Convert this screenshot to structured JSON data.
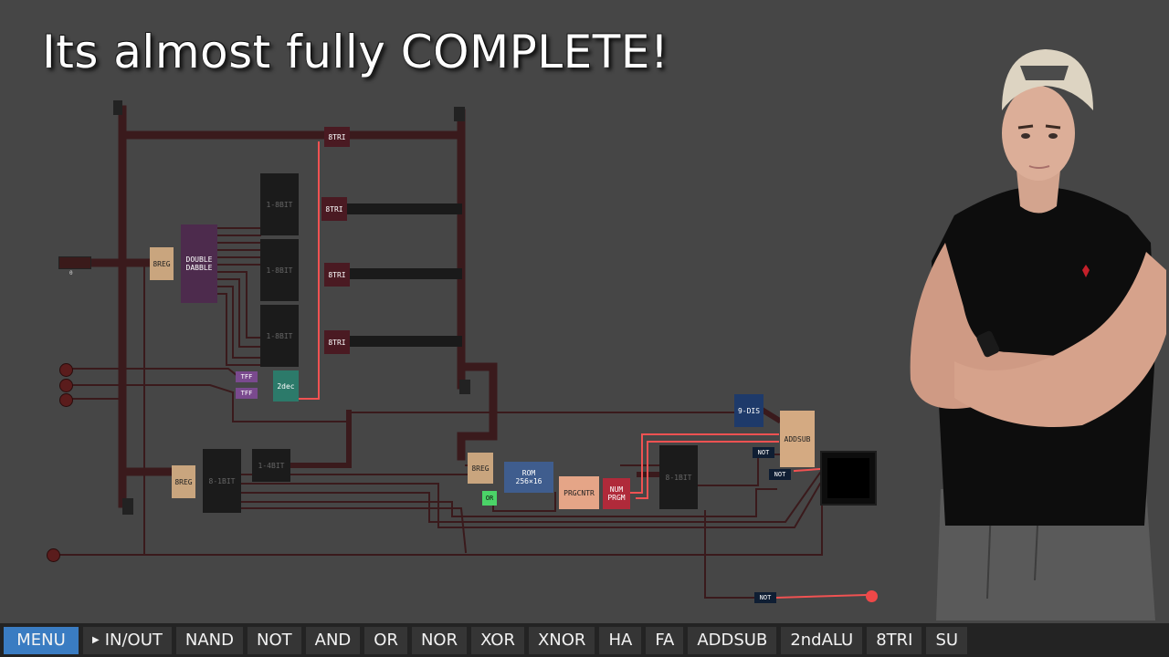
{
  "overlay": {
    "title": "Its almost fully COMPLETE!"
  },
  "colors": {
    "canvas": "#464646",
    "wire_dark": "#3a1a1c",
    "wire_active": "#f05252",
    "toolbar": "#232323",
    "menu_active": "#3a7cc2"
  },
  "components": {
    "tri_top": "8TRI",
    "tri_1": "8TRI",
    "tri_2": "8TRI",
    "tri_3": "8TRI",
    "bit8_1": "1-8BIT",
    "bit8_2": "1-8BIT",
    "bit8_3": "1-8BIT",
    "reg_upper": "8REG",
    "double_dabble": "DOUBLE\nDABBLE",
    "tff_1": "TFF",
    "tff_2": "TFF",
    "decoder": "2dec",
    "reg_lower": "8REG",
    "bit8_lower": "8-1BIT",
    "bit4_lower": "1-4BIT",
    "reg_mid": "8REG",
    "rom": "ROM\n256×16",
    "or_gate": "OR",
    "program_counter": "PRGCNTR",
    "num_program": "NUM\nPRGM",
    "bit8_right": "8-1BIT",
    "display_9": "9-DIS",
    "addsub": "ADDSUB",
    "not_1": "NOT",
    "not_2": "NOT",
    "not_3": "NOT",
    "number_display_value": "0"
  },
  "toolbar": {
    "items": [
      "MENU",
      "IN/OUT",
      "NAND",
      "NOT",
      "AND",
      "OR",
      "NOR",
      "XOR",
      "XNOR",
      "HA",
      "FA",
      "ADDSUB",
      "2ndALU",
      "8TRI",
      "SU"
    ],
    "active_index": 0
  }
}
